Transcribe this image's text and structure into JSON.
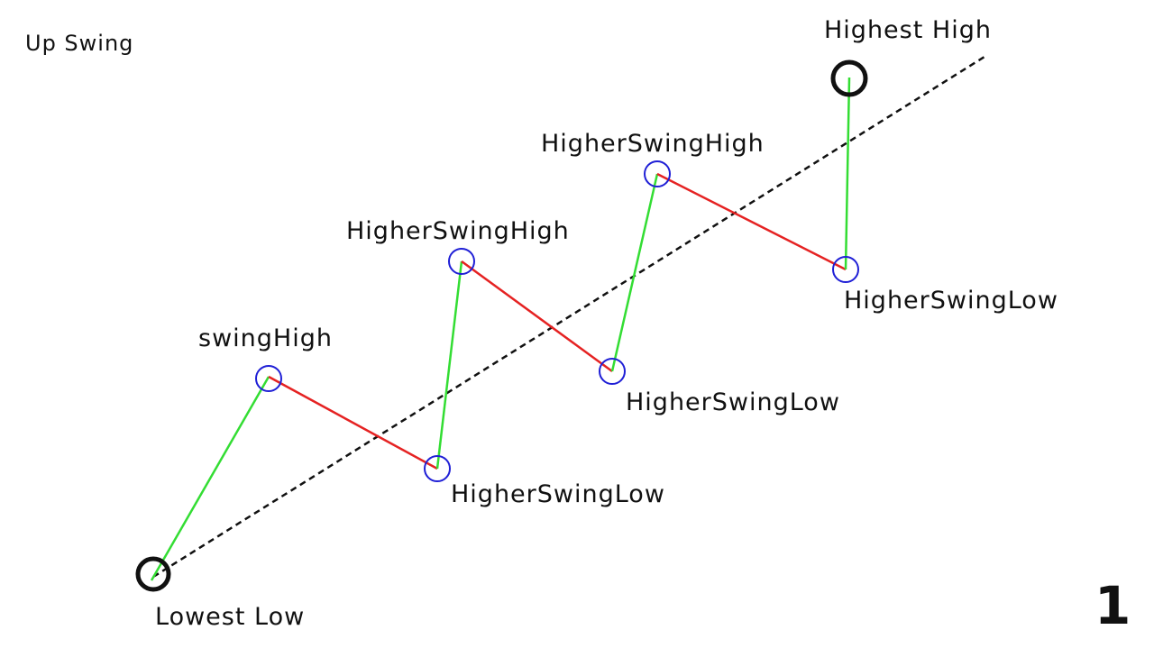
{
  "diagram": {
    "title": "Up Swing",
    "page_number": "1",
    "colors": {
      "up_leg": "#33dd33",
      "down_leg": "#e52222",
      "trend_line": "#111111",
      "swing_marker": "#1f1fd6",
      "extreme_marker": "#111111",
      "text": "#111111",
      "background": "#ffffff"
    },
    "points": [
      {
        "id": "lowest-low",
        "label": "Lowest Low",
        "marker": "extreme"
      },
      {
        "id": "swing-high-1",
        "label": "swingHigh",
        "marker": "swing"
      },
      {
        "id": "swing-low-1",
        "label": "HigherSwingLow",
        "marker": "swing"
      },
      {
        "id": "swing-high-2",
        "label": "HigherSwingHigh",
        "marker": "swing"
      },
      {
        "id": "swing-low-2",
        "label": "HigherSwingLow",
        "marker": "swing"
      },
      {
        "id": "swing-high-3",
        "label": "HigherSwingHigh",
        "marker": "swing"
      },
      {
        "id": "swing-low-3",
        "label": "HigherSwingLow",
        "marker": "swing"
      },
      {
        "id": "highest-high",
        "label": "Highest High",
        "marker": "extreme"
      }
    ]
  }
}
